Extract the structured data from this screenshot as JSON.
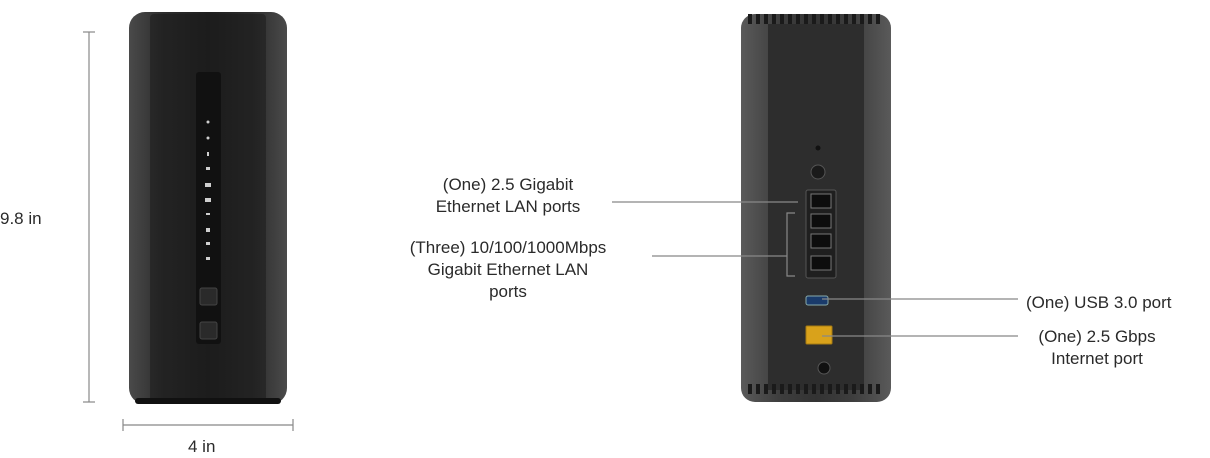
{
  "dimensions": {
    "height_label": "9.8 in",
    "width_label": "4 in"
  },
  "callouts": {
    "lan_2_5g": "(One) 2.5 Gigabit\nEthernet LAN ports",
    "lan_gigabit": "(Three) 10/100/1000Mbps\nGigabit Ethernet LAN\nports",
    "usb": "(One) USB 3.0 port",
    "internet": "(One) 2.5 Gbps\nInternet port"
  },
  "colors": {
    "router_body": "#2b2b2b",
    "router_side": "#3a3a3a",
    "leader_line": "#888888",
    "internet_port": "#d9a21b"
  }
}
